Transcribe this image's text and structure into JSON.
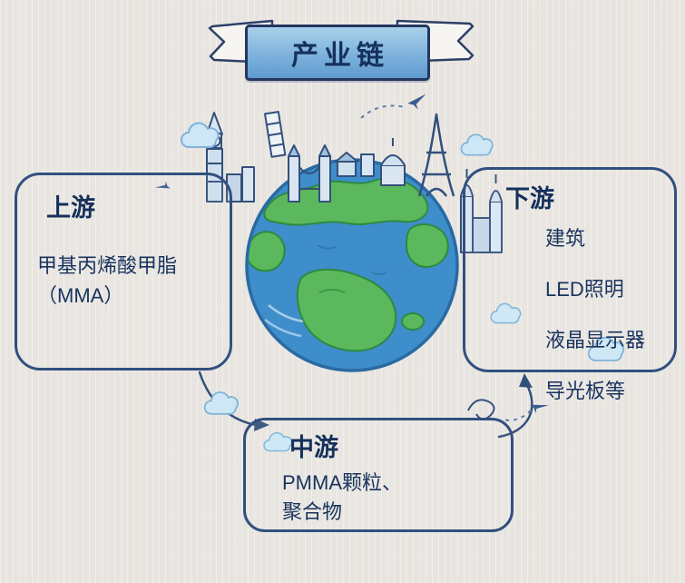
{
  "banner": {
    "title": "产业链"
  },
  "upstream": {
    "title": "上游",
    "line1": "甲基丙烯酸甲脂",
    "line2": "（MMA）"
  },
  "midstream": {
    "title": "中游",
    "line1": "PMMA颗粒、",
    "line2": "聚合物"
  },
  "downstream": {
    "title": "下游",
    "items": [
      "建筑",
      "LED照明",
      "液晶显示器",
      "导光板等"
    ]
  },
  "colors": {
    "navy_text": "#18335e",
    "box_border": "#31507f",
    "banner_fill": "#7db2dc",
    "globe_ocean": "#3e8ecb",
    "globe_land": "#5cb85c",
    "cloud_fill": "#cde7f6",
    "background": "#ebe8e3"
  },
  "icons": {
    "banner": "ribbon-banner",
    "globe": "earth-globe-illustration",
    "landmarks": "world-landmarks-sketch",
    "clouds": "cloud-doodle",
    "planes": "paper-plane-doodle",
    "arrows": "hand-drawn-flow-arrows"
  }
}
